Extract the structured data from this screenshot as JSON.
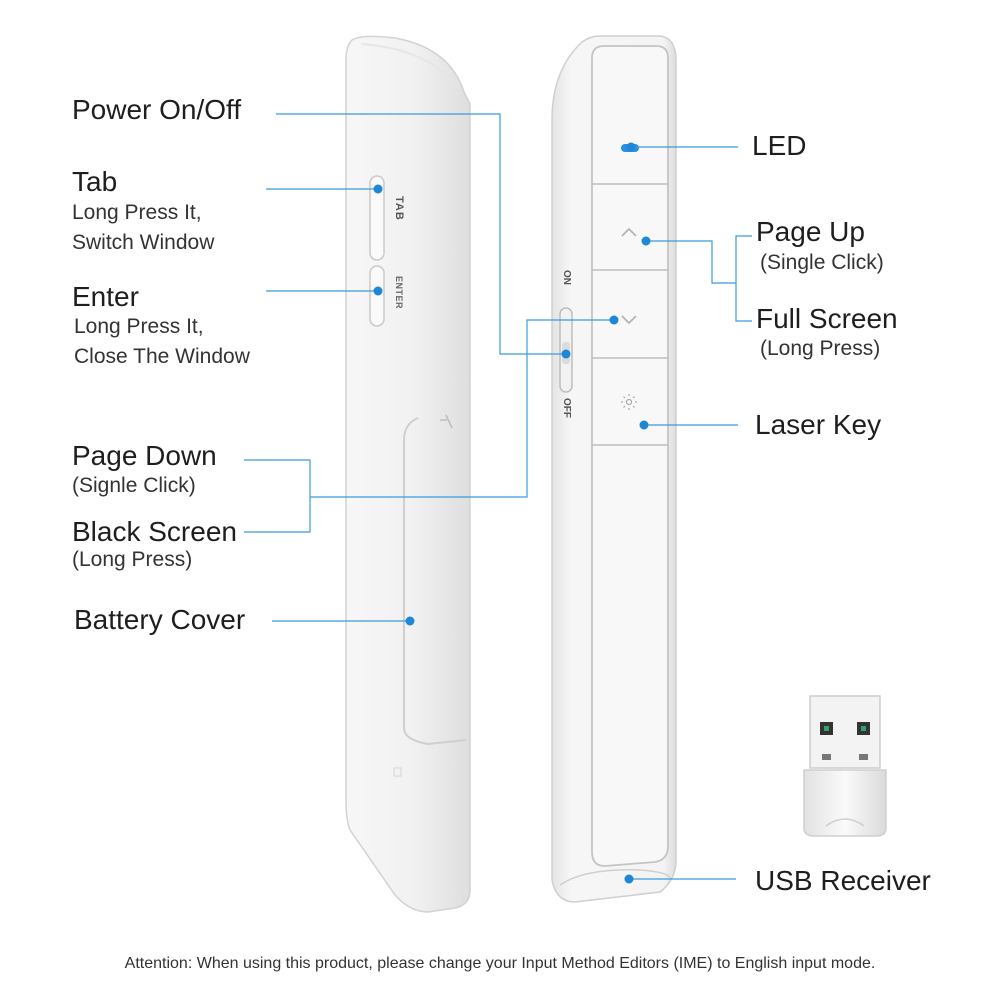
{
  "labels_left": {
    "power": "Power On/Off",
    "tab": "Tab",
    "tab_desc_1": "Long Press It,",
    "tab_desc_2": "Switch Window",
    "enter": "Enter",
    "enter_desc_1": "Long Press It,",
    "enter_desc_2": "Close The Window",
    "page_down": "Page Down",
    "page_down_desc": "(Signle Click)",
    "black_screen": "Black Screen",
    "black_screen_desc": "(Long Press)",
    "battery_cover": "Battery Cover"
  },
  "labels_right": {
    "led": "LED",
    "page_up": "Page Up",
    "page_up_desc": "(Single Click)",
    "full_screen": "Full Screen",
    "full_screen_desc": "(Long Press)",
    "laser_key": "Laser Key",
    "usb_receiver": "USB Receiver"
  },
  "device_text": {
    "tab": "TAB",
    "enter": "ENTER",
    "on": "ON",
    "off": "OFF"
  },
  "footer": "Attention: When using this product, please change your Input Method Editors (IME) to English input mode.",
  "colors": {
    "callout_line": "#3a9bd9",
    "callout_dot": "#1e88d6",
    "led": "#2a8de6",
    "device_body": "#f4f4f4",
    "device_edge": "#d6d6d6"
  }
}
